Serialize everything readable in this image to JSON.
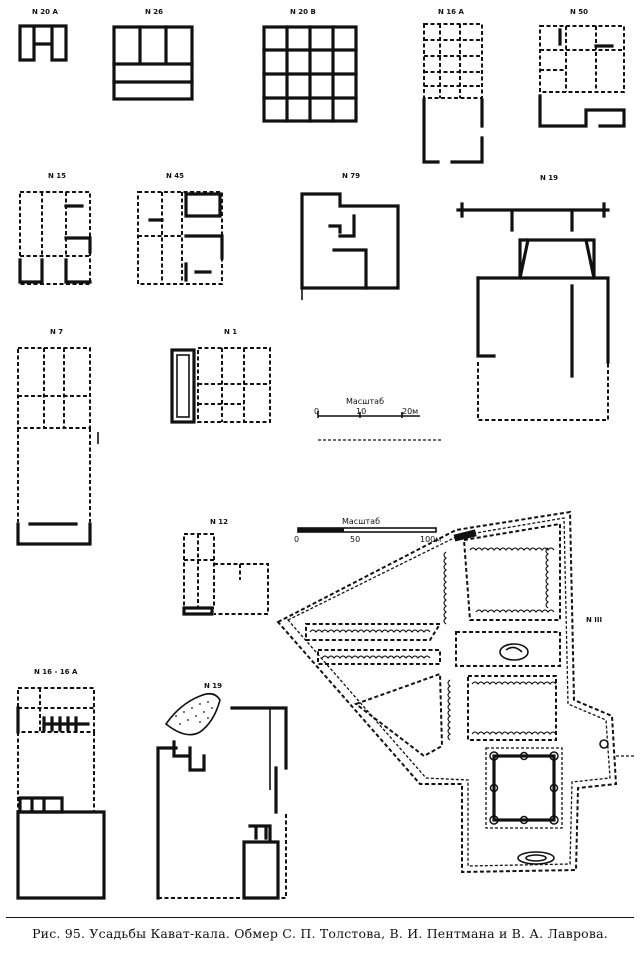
{
  "plans": {
    "p20a": "N 20 A",
    "p26": "N 26",
    "p20b": "N 20 B",
    "p16a": "N 16 A",
    "p50": "N 50",
    "p15": "N 15",
    "p45": "N 45",
    "p79": "N 79",
    "p19": "N 19",
    "p7": "N 7",
    "p1": "N 1",
    "p12": "N 12",
    "p16_16a": "N 16 - 16 A",
    "p19b": "N 19",
    "p3": "N III"
  },
  "scale_small": {
    "title": "Масштаб",
    "ticks": [
      "0",
      "10",
      "20м"
    ]
  },
  "scale_large": {
    "title": "Масштаб",
    "ticks": [
      "0",
      "50",
      "100м"
    ]
  },
  "caption": "Рис. 95. Усадьбы Кават-кала. Обмер С. П. Толстова, В. И. Пентмана и В. А. Лаврова."
}
